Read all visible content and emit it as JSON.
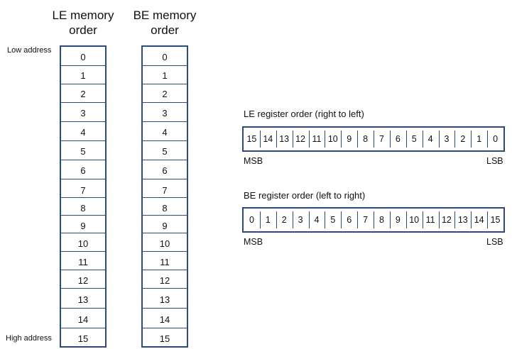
{
  "memory_columns": {
    "le_title_line1": "LE memory",
    "le_title_line2": "order",
    "be_title_line1": "BE memory",
    "be_title_line2": "order",
    "low_address_label": "Low address",
    "high_address_label": "High address",
    "cells": [
      "0",
      "1",
      "2",
      "3",
      "4",
      "5",
      "6",
      "7",
      "8",
      "9",
      "10",
      "11",
      "12",
      "13",
      "14",
      "15"
    ]
  },
  "registers": {
    "le_title": "LE register order (right to left)",
    "le_cells": [
      "15",
      "14",
      "13",
      "12",
      "11",
      "10",
      "9",
      "8",
      "7",
      "6",
      "5",
      "4",
      "3",
      "2",
      "1",
      "0"
    ],
    "be_title": "BE register order (left to right)",
    "be_cells": [
      "0",
      "1",
      "2",
      "3",
      "4",
      "5",
      "6",
      "7",
      "8",
      "9",
      "10",
      "11",
      "12",
      "13",
      "14",
      "15"
    ],
    "msb_label": "MSB",
    "lsb_label": "LSB"
  },
  "colors": {
    "border": "#2d4a7c",
    "text": "#111111",
    "background": "#ffffff"
  }
}
